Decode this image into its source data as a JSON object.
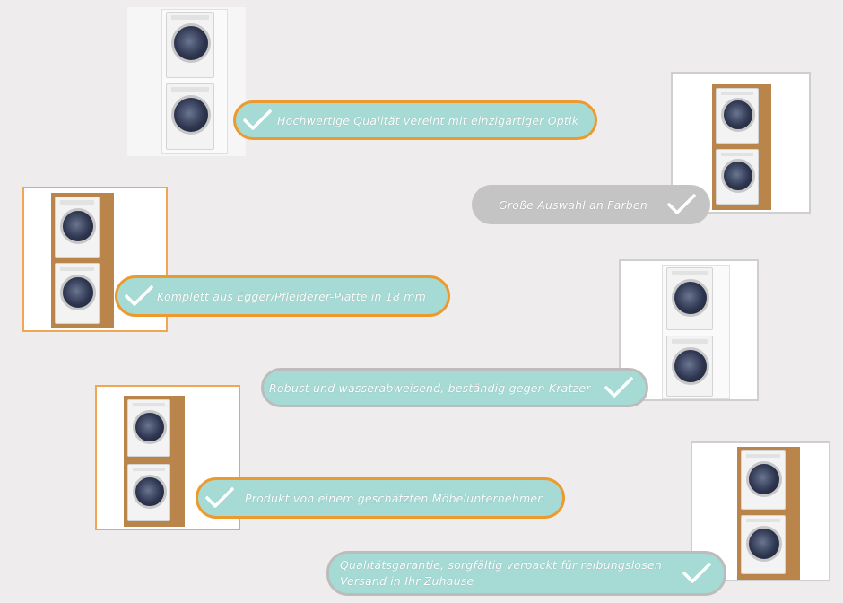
{
  "features": [
    {
      "text": "Hochwertige Qualität vereint mit einzigartiger Optik"
    },
    {
      "text": "Große Auswahl an Farben"
    },
    {
      "text": "Komplett aus Egger/Pfleiderer-Platte in 18 mm"
    },
    {
      "text": "Robust und wasserabweisend, beständig gegen Kratzer"
    },
    {
      "text": "Produkt von einem geschätzten Möbelunternehmen"
    },
    {
      "text": "Qualitätsgarantie, sorgfältig verpackt für reibungslosen Versand  in Ihr Zuhause"
    }
  ],
  "icons": {
    "check": "checkmark-icon",
    "appliance": "washer-dryer-cabinet-image"
  },
  "colors": {
    "accent_orange": "#ec9a2e",
    "pill_teal": "#a6dbd5",
    "pill_grey": "#c4c4c4",
    "wood": "#b9854a",
    "white_cabinet": "#f7f7f7"
  }
}
